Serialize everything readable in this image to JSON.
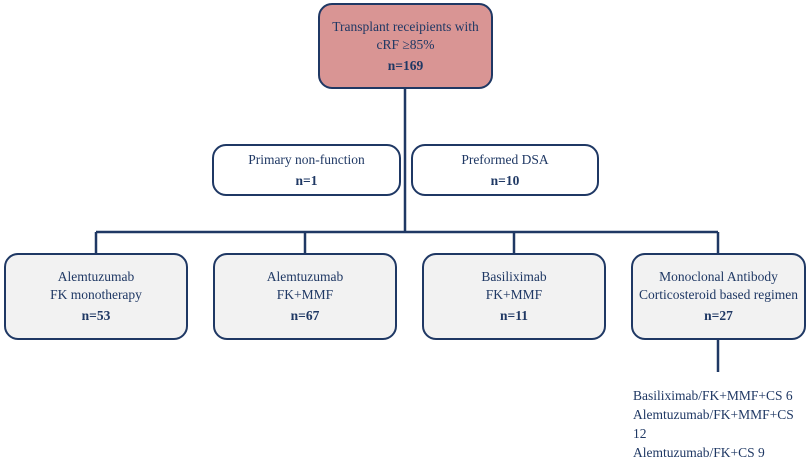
{
  "top": {
    "line1": "Transplant receipients with",
    "line2": "cRF ≥85%",
    "n": "n=169"
  },
  "exclusions": [
    {
      "label": "Primary non-function",
      "n": "n=1"
    },
    {
      "label": "Preformed DSA",
      "n": "n=10"
    }
  ],
  "groups": [
    {
      "line1": "Alemtuzumab",
      "line2": "FK monotherapy",
      "n": "n=53"
    },
    {
      "line1": "Alemtuzumab",
      "line2": "FK+MMF",
      "n": "n=67"
    },
    {
      "line1": "Basiliximab",
      "line2": "FK+MMF",
      "n": "n=11"
    },
    {
      "line1": "Monoclonal Antibody",
      "line2": "Corticosteroid based regimen",
      "n": "n=27"
    }
  ],
  "breakdown": [
    "Basiliximab/FK+MMF+CS 6",
    "Alemtuzumab/FK+MMF+CS 12",
    "Alemtuzumab/FK+CS 9"
  ],
  "colors": {
    "stroke": "#1f3864",
    "top_fill": "#d99594",
    "group_fill": "#f2f2f2"
  }
}
